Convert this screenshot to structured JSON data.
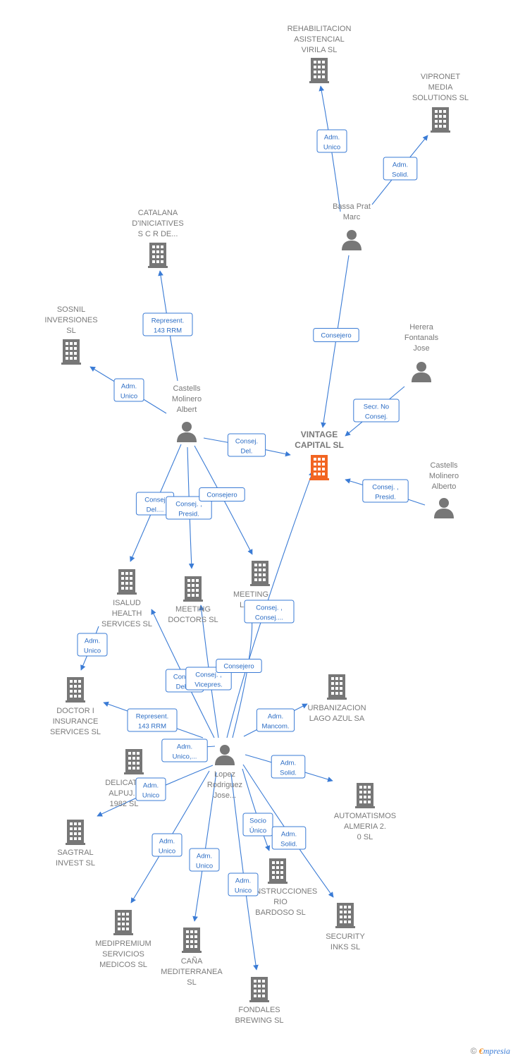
{
  "colors": {
    "edge": "#3a7bd5",
    "node": "#777777",
    "focus": "#f26522",
    "label": "#7a7a7a"
  },
  "nodes": [
    {
      "id": "vintage",
      "kind": "company",
      "focus": true,
      "lines": [
        "VINTAGE",
        "CAPITAL  SL"
      ]
    },
    {
      "id": "rehab",
      "kind": "company",
      "lines": [
        "REHABILITACION",
        "ASISTENCIAL",
        "VIRILA  SL"
      ]
    },
    {
      "id": "vipronet",
      "kind": "company",
      "lines": [
        "VIPRONET",
        "MEDIA",
        "SOLUTIONS SL"
      ]
    },
    {
      "id": "bassa",
      "kind": "person",
      "lines": [
        "Bassa Prat",
        "Marc"
      ]
    },
    {
      "id": "catalana",
      "kind": "company",
      "lines": [
        "CATALANA",
        "D'INICIATIVES",
        "S C R DE..."
      ]
    },
    {
      "id": "sosnil",
      "kind": "company",
      "lines": [
        "SOSNIL",
        "INVERSIONES",
        "SL"
      ]
    },
    {
      "id": "castells_albert",
      "kind": "person",
      "lines": [
        "Castells",
        "Molinero",
        "Albert"
      ]
    },
    {
      "id": "herera",
      "kind": "person",
      "lines": [
        "Herera",
        "Fontanals",
        "Jose"
      ]
    },
    {
      "id": "castells_alberto",
      "kind": "person",
      "lines": [
        "Castells",
        "Molinero",
        "Alberto"
      ]
    },
    {
      "id": "isalud",
      "kind": "company",
      "lines": [
        "ISALUD",
        "HEALTH",
        "SERVICES  SL"
      ]
    },
    {
      "id": "meeting_doctors",
      "kind": "company",
      "lines": [
        "MEETING",
        "DOCTORS  SL"
      ]
    },
    {
      "id": "meeting_law",
      "kind": "company",
      "lines": [
        "MEETING",
        "LAW..."
      ]
    },
    {
      "id": "doctori",
      "kind": "company",
      "lines": [
        "DOCTOR I",
        "INSURANCE",
        "SERVICES  SL"
      ]
    },
    {
      "id": "urbanizacion",
      "kind": "company",
      "lines": [
        "URBANIZACION",
        "LAGO AZUL SA"
      ]
    },
    {
      "id": "lopez",
      "kind": "person",
      "lines": [
        "Lopez",
        "Rodriguez",
        "Jose..."
      ]
    },
    {
      "id": "delicat",
      "kind": "company",
      "lines": [
        "DELICAT...",
        "ALPUJ...",
        "1982  SL"
      ]
    },
    {
      "id": "automatismos",
      "kind": "company",
      "lines": [
        "AUTOMATISMOS",
        "ALMERIA 2.",
        "0  SL"
      ]
    },
    {
      "id": "sagtral",
      "kind": "company",
      "lines": [
        "SAGTRAL",
        "INVEST  SL"
      ]
    },
    {
      "id": "construcciones",
      "kind": "company",
      "lines": [
        "CONSTRUCCIONES",
        "RIO",
        "BARDOSO  SL"
      ]
    },
    {
      "id": "security",
      "kind": "company",
      "lines": [
        "SECURITY",
        "INKS SL"
      ]
    },
    {
      "id": "medipremium",
      "kind": "company",
      "lines": [
        "MEDIPREMIUM",
        "SERVICIOS",
        "MEDICOS  SL"
      ]
    },
    {
      "id": "cana",
      "kind": "company",
      "lines": [
        "CAÑA",
        "MEDITERRANEA",
        "SL"
      ]
    },
    {
      "id": "fondales",
      "kind": "company",
      "lines": [
        "FONDALES",
        "BREWING  SL"
      ]
    }
  ],
  "edges": [
    {
      "from": "bassa",
      "to": "rehab",
      "lines": [
        "Adm.",
        "Unico"
      ]
    },
    {
      "from": "bassa",
      "to": "vipronet",
      "lines": [
        "Adm.",
        "Solid."
      ]
    },
    {
      "from": "bassa",
      "to": "vintage",
      "lines": [
        "Consejero"
      ]
    },
    {
      "from": "castells_albert",
      "to": "catalana",
      "lines": [
        "Represent.",
        "143 RRM"
      ]
    },
    {
      "from": "castells_albert",
      "to": "sosnil",
      "lines": [
        "Adm.",
        "Unico"
      ]
    },
    {
      "from": "castells_albert",
      "to": "vintage",
      "lines": [
        "Consej.",
        "Del."
      ]
    },
    {
      "from": "herera",
      "to": "vintage",
      "lines": [
        "Secr.  No",
        "Consej."
      ]
    },
    {
      "from": "castells_alberto",
      "to": "vintage",
      "lines": [
        "Consej. ,",
        "Presid."
      ]
    },
    {
      "from": "castells_albert",
      "to": "isalud",
      "lines": [
        "Consej",
        "Del...."
      ]
    },
    {
      "from": "castells_albert",
      "to": "meeting_doctors",
      "lines": [
        "Consej. ,",
        "Presid."
      ]
    },
    {
      "from": "castells_albert",
      "to": "meeting_law",
      "lines": [
        "Consejero"
      ]
    },
    {
      "from": "lopez",
      "to": "meeting_law",
      "lines": [
        "Consej. ,",
        "Consej...."
      ]
    },
    {
      "from": "lopez",
      "to": "isalud",
      "lines": [
        "Consej.",
        "Del...."
      ]
    },
    {
      "from": "lopez",
      "to": "meeting_doctors",
      "lines": [
        "Consej. ,",
        "Vicepres."
      ]
    },
    {
      "from": "lopez",
      "to": "vintage",
      "lines": [
        "Consejero"
      ]
    },
    {
      "from": "isalud",
      "to": "doctori",
      "lines": [
        "Adm.",
        "Unico"
      ]
    },
    {
      "from": "lopez",
      "to": "doctori",
      "lines": [
        "Represent.",
        "143 RRM"
      ]
    },
    {
      "from": "lopez",
      "to": "urbanizacion",
      "lines": [
        "Adm.",
        "Mancom."
      ]
    },
    {
      "from": "lopez",
      "to": "delicat",
      "lines": [
        "Adm.",
        "Unico,..."
      ]
    },
    {
      "from": "lopez",
      "to": "sagtral",
      "lines": [
        "Adm.",
        "Unico"
      ]
    },
    {
      "from": "lopez",
      "to": "automatismos",
      "lines": [
        "Adm.",
        "Solid."
      ]
    },
    {
      "from": "lopez",
      "to": "construcciones",
      "lines": [
        "Socio",
        "Único"
      ]
    },
    {
      "from": "lopez",
      "to": "security",
      "lines": [
        "Adm.",
        "Solid."
      ]
    },
    {
      "from": "lopez",
      "to": "medipremium",
      "lines": [
        "Adm.",
        "Unico"
      ]
    },
    {
      "from": "lopez",
      "to": "cana",
      "lines": [
        "Adm.",
        "Unico"
      ]
    },
    {
      "from": "lopez",
      "to": "fondales",
      "lines": [
        "Adm.",
        "Unico"
      ]
    }
  ],
  "footer": {
    "copyright": "©",
    "brand_first": "€",
    "brand_rest": "mpresia"
  }
}
